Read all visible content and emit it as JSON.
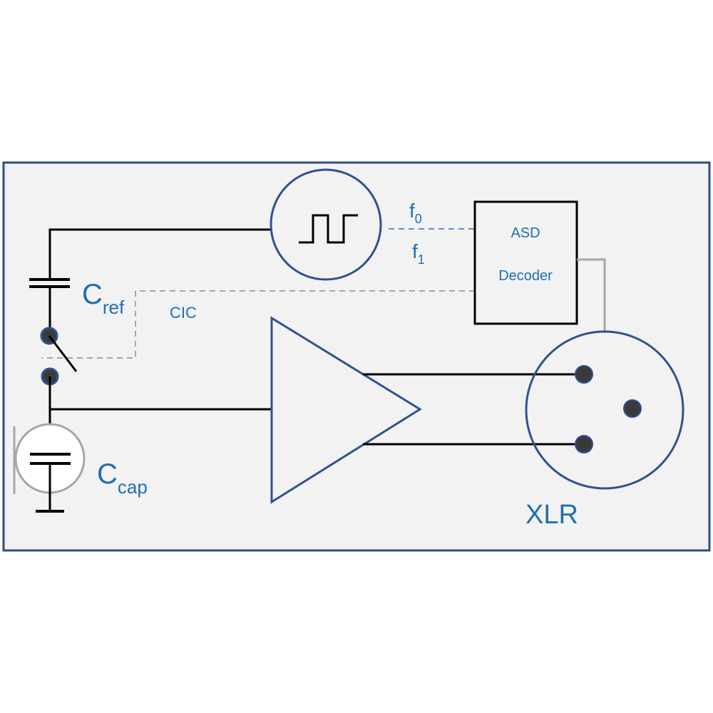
{
  "diagram": {
    "title": "",
    "colors": {
      "background": "#ffffff",
      "panel_fill": "#f2f2f2",
      "panel_border": "#2f4f7f",
      "shape_outline": "#2f528f",
      "wire": "#000000",
      "dashed_gray": "#a6a6a6",
      "dashed_blue": "#5b8fc9",
      "label_blue": "#1f6eb4",
      "pin_fill": "#3a3a3a",
      "mic_outline": "#a6a6a6"
    },
    "labels": {
      "c_ref_main": "C",
      "c_ref_sub": "ref",
      "c_cap_main": "C",
      "c_cap_sub": "cap",
      "cic": "CIC",
      "f0_main": "f",
      "f0_sub": "0",
      "f1_main": "f",
      "f1_sub": "1",
      "asd": "ASD",
      "decoder": "Decoder",
      "xlr": "XLR"
    },
    "components": [
      {
        "id": "square-wave-oscillator",
        "type": "oscillator",
        "icon": "square-wave-icon"
      },
      {
        "id": "asd-decoder",
        "type": "block",
        "label_lines": [
          "ASD",
          "Decoder"
        ]
      },
      {
        "id": "amplifier",
        "type": "triangle-amplifier"
      },
      {
        "id": "xlr-connector",
        "type": "connector",
        "pins": 3
      },
      {
        "id": "reference-capacitor",
        "type": "capacitor",
        "label": "Cref"
      },
      {
        "id": "capsule-capacitor",
        "type": "microphone-capsule",
        "label": "Ccap"
      },
      {
        "id": "cic-switch",
        "type": "switch"
      }
    ],
    "connections": [
      {
        "from": "square-wave-oscillator",
        "to": "reference-capacitor",
        "style": "solid"
      },
      {
        "from": "square-wave-oscillator",
        "to": "asd-decoder",
        "style": "dashed-blue",
        "labels": [
          "f0",
          "f1"
        ]
      },
      {
        "from": "asd-decoder",
        "to": "cic-switch",
        "style": "dashed-gray",
        "label": "CIC"
      },
      {
        "from": "asd-decoder",
        "to": "xlr-connector",
        "style": "solid-gray"
      },
      {
        "from": "capsule-capacitor",
        "to": "amplifier",
        "style": "solid"
      },
      {
        "from": "amplifier",
        "to": "xlr-connector",
        "style": "solid",
        "count": 2
      }
    ]
  }
}
